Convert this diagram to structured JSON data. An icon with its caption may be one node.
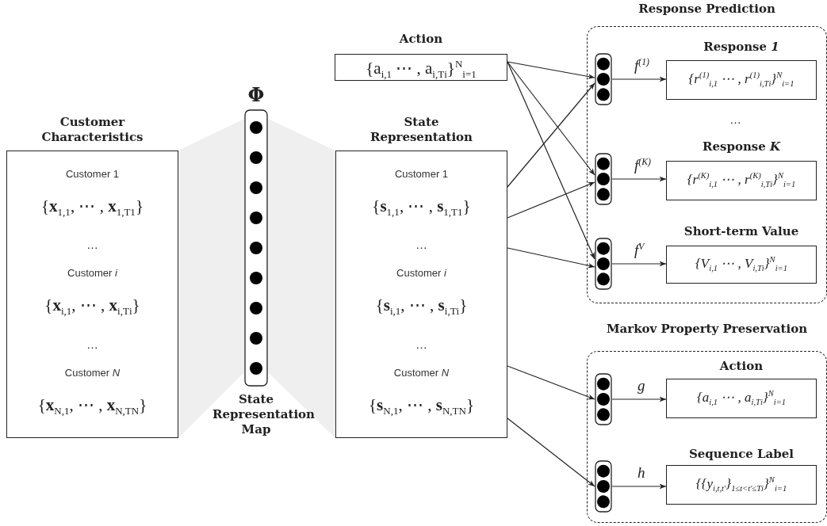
{
  "diagram": {
    "nodes": [
      {
        "text": [
          "Customer Characteristics",
          "Customer 1",
          "{**x**$_{1,1}$, ⋯ , **x**$_{1,T}$$_{1}$}",
          "…",
          "Customer *i*",
          "{**x**$_{i,1}$, ⋯ , **x**$_{i,T}$$_{i}$}",
          "…",
          "Customer *N*",
          "{**x**$_{N,1}$, ⋯ , **x**$_{N,T}$$_{N}$}"
        ]
      },
      {
        "text": [
          "Φ",
          "State Representation Map"
        ]
      },
      {
        "text": [
          "State Representation",
          "Customer 1",
          "{**s**$_{1,1}$, ⋯ , **s**$_{1,T}$$_{1}$}",
          "…",
          "Customer *i*",
          "{**s**$_{i,1}$, ⋯ , **s**$_{i,T}$$_{i}$}",
          "…",
          "Customer *N*",
          "{**s**$_{N,1}$, ⋯ , **s**$_{N,T}$$_{N}$}"
        ]
      },
      {
        "text": [
          "Action",
          "{a$_{i,1}$ ⋯ , a$_{i,T}$$_{i}$}$^{N}$$_{i=1}$"
        ]
      },
      {
        "text": [
          "Response Prediction"
        ]
      },
      {
        "text": [],
        "shape": "bar",
        "in": 4
      },
      {
        "text": [
          "Response *1*",
          "{r$^{(1)}$$_{i,1}$ ⋯ , r$^{(1)}$$_{i,T}$$_{i}$}$^{N}$$_{i=1}$"
        ],
        "in": 4
      },
      {
        "text": [],
        "shape": "bar",
        "in": 4
      },
      {
        "text": [
          "Response *K*",
          "{r$^{(K)}$$_{i,1}$ ⋯ , r$^{(K)}$$_{i,T}$$_{i}$}$^{N}$$_{i=1}$"
        ],
        "in": 4
      },
      {
        "text": [],
        "shape": "bar",
        "in": 4
      },
      {
        "text": [
          "Short-term Value",
          "{V$_{i,1}$ ⋯ , V$_{i,T}$$_{i}$}$^{N}$$_{i=1}$"
        ],
        "in": 4
      },
      {
        "text": [
          "Markov Property Preservation"
        ]
      },
      {
        "text": [],
        "shape": "bar",
        "in": 11
      },
      {
        "text": [
          "Action",
          "{a$_{i,1}$ ⋯ , a$_{i,T}$$_{i}$}$^{N}$$_{i=1}$"
        ],
        "in": 11
      },
      {
        "text": [],
        "shape": "bar",
        "in": 11
      },
      {
        "text": [
          "Sequence Label",
          "{{y$_{i,t,t′}$}$_{1≤t<t′≤T}$$_{i}$}$^{N}$$_{i=1}$"
        ],
        "in": 11
      }
    ],
    "edges": [
      {
        "from": 3,
        "to": 5,
        "arrow": "to"
      },
      {
        "from": 3,
        "to": 7,
        "arrow": "to"
      },
      {
        "from": 3,
        "to": 9,
        "arrow": "to"
      },
      {
        "from": 2,
        "to": 5,
        "arrow": "to"
      },
      {
        "from": 2,
        "to": 7,
        "arrow": "to"
      },
      {
        "from": 2,
        "to": 9,
        "arrow": "to"
      },
      {
        "from": 2,
        "to": 12,
        "arrow": "to"
      },
      {
        "from": 2,
        "to": 14,
        "arrow": "to"
      },
      {
        "from": 5,
        "to": 6,
        "arrow": "to",
        "label": "f$^{(1)}$"
      },
      {
        "from": 7,
        "to": 8,
        "arrow": "to",
        "label": "f$^{(K)}$"
      },
      {
        "from": 9,
        "to": 10,
        "arrow": "to",
        "label": "f$^{V}$"
      },
      {
        "from": 12,
        "to": 13,
        "arrow": "to",
        "label": "g"
      },
      {
        "from": 14,
        "to": 15,
        "arrow": "to",
        "label": "h"
      }
    ],
    "labels": [
      "…"
    ]
  }
}
